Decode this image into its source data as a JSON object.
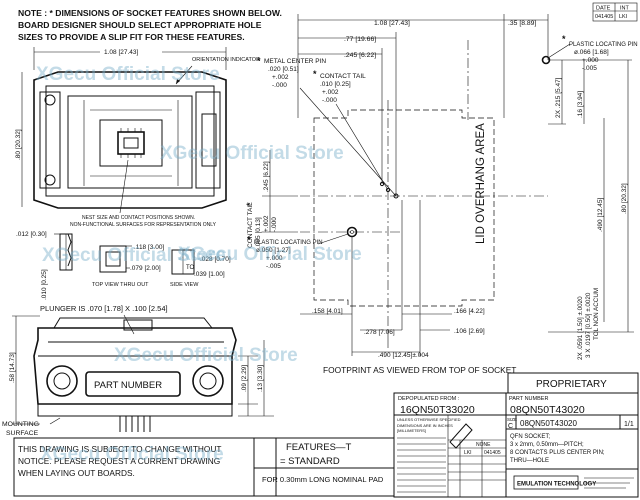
{
  "note": {
    "line1": "NOTE : * DIMENSIONS OF SOCKET FEATURES SHOWN BELOW.",
    "line2": "BOARD DESIGNER SHOULD SELECT APPROPRIATE HOLE",
    "line3": "SIZES TO PROVIDE A SLIP FIT FOR THESE FEATURES."
  },
  "revision": {
    "date_header": "DATE",
    "init_header": "INT",
    "date": "041405",
    "init": "LKI"
  },
  "side_view": {
    "width_dim": "1.08 [27.43]",
    "height_dim": ".80 [20.32]",
    "orientation": "ORIENTATION INDICATOR",
    "nest_note_1": "NEST SIZE AND CONTACT POSITIONS SHOWN.",
    "nest_note_2": "NON-FUNCTIONAL SURFACES FOR REPRESENTATION ONLY",
    "dim_012": ".012 [0.30]",
    "dim_118": ".118 [3.00]",
    "dim_079": ".079 [2.00]",
    "dim_028": ".028 [0.70]",
    "dim_039": ".039 [1.00]",
    "dim_010": ".010 [0.25]",
    "top_view_label": "TOP VIEW THRU OUT",
    "side_view_label": "SIDE VIEW",
    "to": "TO"
  },
  "front_view": {
    "plunger": "PLUNGER IS .070 [1.78] X .100 [2.54]",
    "part_number_box": "PART NUMBER",
    "dim_58": ".58 [14.73]",
    "dim_09": ".09 [2.29]",
    "dim_13": ".13 [3.30]",
    "mounting_1": "MOUNTING",
    "mounting_2": "SURFACE"
  },
  "footprint": {
    "dim_108": "1.08 [27.43]",
    "dim_35": ".35 [8.89]",
    "dim_77": ".77 [19.66]",
    "dim_245": ".245 [6.22]",
    "metal_pin_1": "METAL CENTER PIN",
    "metal_pin_2": ".020 [0.51]",
    "metal_pin_3": "+.002",
    "metal_pin_4": "-.000",
    "contact_tail_1": "CONTACT TAIL",
    "contact_tail_2": ".010 [0.25]",
    "contact_tail_3": "+.002",
    "contact_tail_4": "-.000",
    "plastic_pin_top_1": "PLASTIC LOCATING PIN",
    "plastic_pin_top_2": "ø.066 [1.68]",
    "plastic_pin_top_3": "+.000",
    "plastic_pin_top_4": "-.005",
    "dim_215": "2X .215 [5.47]",
    "dim_16": ".16 [3.94]",
    "dim_245_v": ".245 [6.22]",
    "dim_490_v": ".490 [12.45]",
    "dim_80_v": ".80 [20.32]",
    "contact_tail_v_1": "CONTACT TAIL",
    "contact_tail_v_2": ".005 [0.13]",
    "contact_tail_v_3": "+.002",
    "contact_tail_v_4": "-.000",
    "plastic_pin_bot_1": "PLASTIC LOCATING PIN",
    "plastic_pin_bot_2": "ø.050 [1.27]",
    "plastic_pin_bot_3": "+.000",
    "plastic_pin_bot_4": "-.005",
    "overhang": "LID OVERHANG AREA",
    "dim_158": ".158 [4.01]",
    "dim_166": ".166 [4.22]",
    "dim_278": ".278 [7.06]",
    "dim_106": ".106 [2.69]",
    "dim_490_h": ".490 [12.45]±.004",
    "pitch_1": "2X .0591 [1.50] ±.0020",
    "pitch_2": "3 X .0197 [0.50] ±.0020",
    "pitch_3": "TOL NON ACCUM",
    "caption": "FOOTPRINT AS VIEWED FROM TOP OF SOCKET"
  },
  "title_block": {
    "proprietary": "PROPRIETARY",
    "depop_label": "DEPOPULATED FROM :",
    "depop_value": "16QN50T33020",
    "part_label": "PART NUMBER",
    "part_value": "08QN50T43020",
    "size_label": "SIZE",
    "size_value": "C",
    "size_part": "08QN50T43020",
    "sheet": "1/1",
    "tol_header": "UNLESS OTHERWISE SPECIFIED",
    "tol_1": "DIMENSIONS ARE IN INCHES",
    "tol_2": "[MILLIMETERS]",
    "none": "NONE",
    "date": "041405",
    "initials": "LKI",
    "desc_1": "QFN SOCKET;",
    "desc_2": "3 x 2mm, 0.50mm—PITCH;",
    "desc_3": "8 CONTACTS PLUS CENTER PIN;",
    "desc_4": "THRU—HOLE",
    "company": "EMULATION TECHNOLOGY"
  },
  "notice": {
    "line1": "THIS DRAWING IS SUBJECT TO CHANGE WITHOUT",
    "line2": "NOTICE. PLEASE REQUEST A CURRENT DRAWING",
    "line3": "WHEN LAYING OUT BOARDS."
  },
  "features": {
    "line1": "FEATURES—T",
    "line2": "= STANDARD",
    "line3": "FOR 0.30mm LONG NOMINAL PAD"
  },
  "watermark": "XGecu Official Store"
}
